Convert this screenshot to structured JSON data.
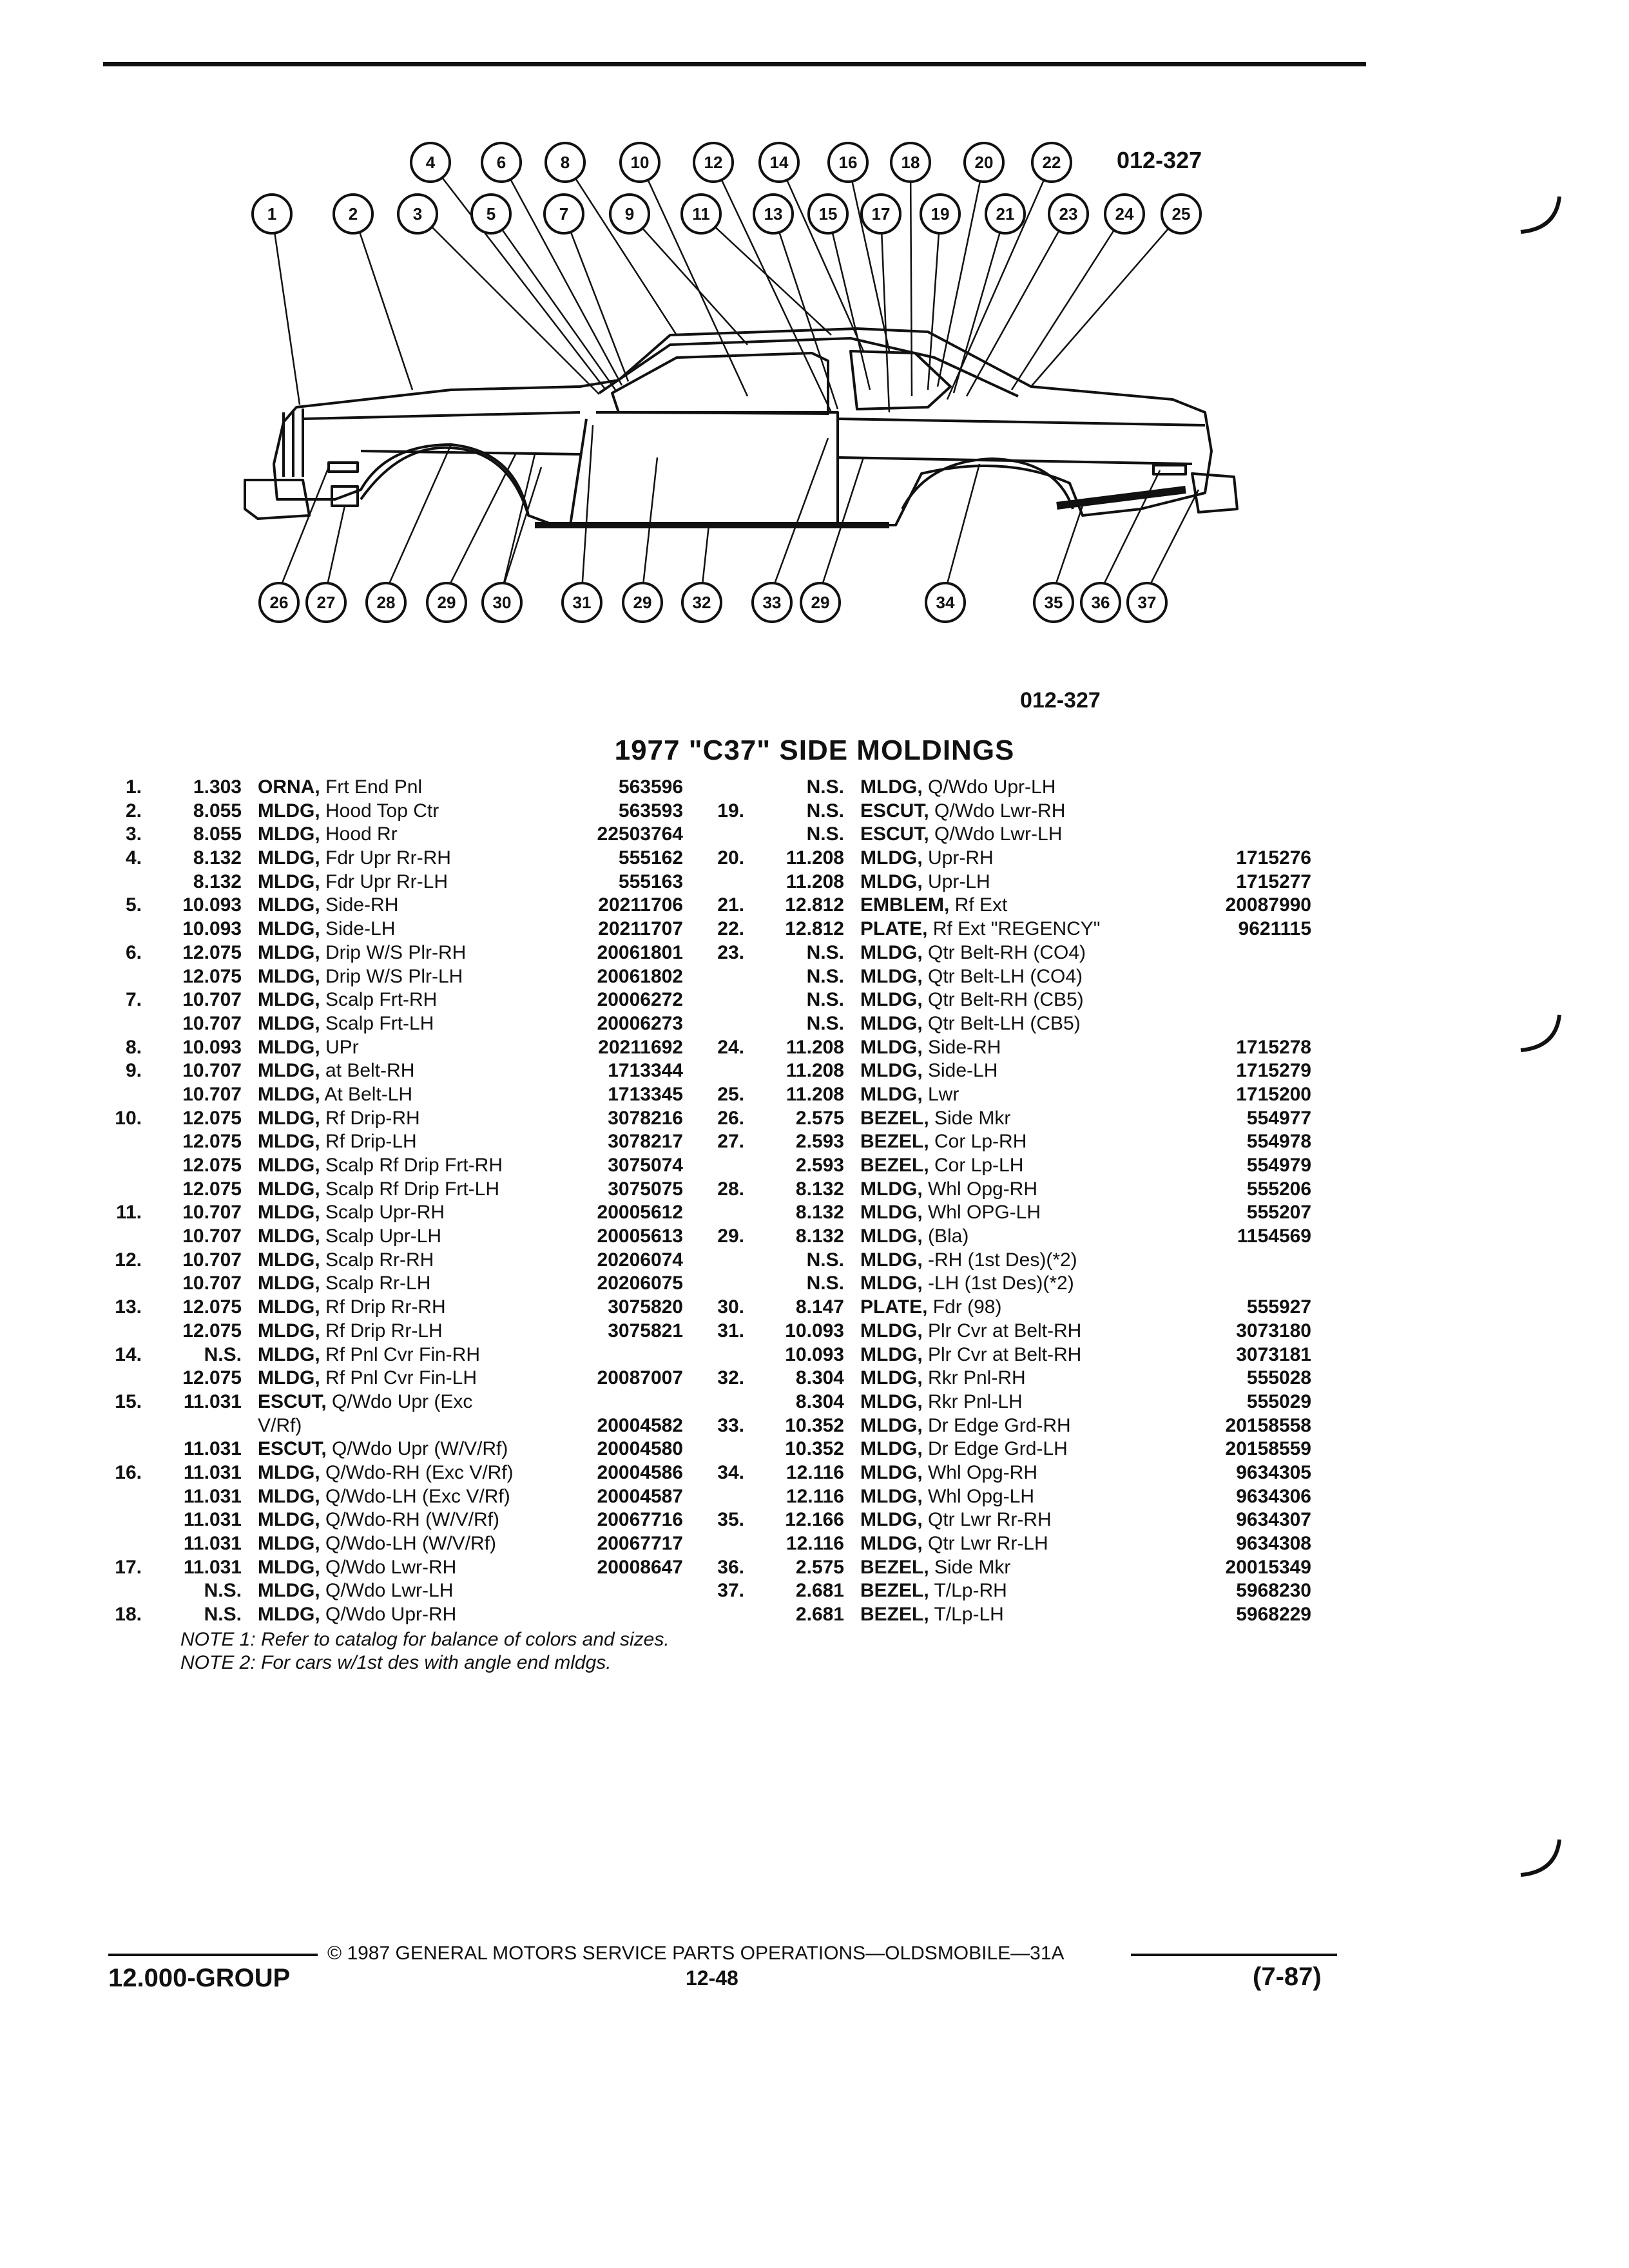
{
  "figure": {
    "code_top": "012-327",
    "code_bottom": "012-327",
    "callouts_top": [
      "4",
      "6",
      "8",
      "10",
      "12",
      "14",
      "16",
      "18",
      "20",
      "22"
    ],
    "callouts_mid": [
      "1",
      "2",
      "3",
      "5",
      "7",
      "9",
      "11",
      "13",
      "15",
      "17",
      "19",
      "21",
      "23",
      "24",
      "25"
    ],
    "callouts_bottom": [
      "26",
      "27",
      "28",
      "29",
      "30",
      "31",
      "29",
      "32",
      "33",
      "29",
      "34",
      "35",
      "36",
      "37"
    ]
  },
  "title": "1977 \"C37\" SIDE MOLDINGS",
  "left_rows": [
    {
      "n": "1.",
      "g": "1.303",
      "k": "ORNA,",
      "d": " Frt End Pnl",
      "p": "563596"
    },
    {
      "n": "2.",
      "g": "8.055",
      "k": "MLDG,",
      "d": " Hood Top Ctr",
      "p": "563593"
    },
    {
      "n": "3.",
      "g": "8.055",
      "k": "MLDG,",
      "d": " Hood Rr",
      "p": "22503764"
    },
    {
      "n": "4.",
      "g": "8.132",
      "k": "MLDG,",
      "d": " Fdr Upr Rr-RH",
      "p": "555162"
    },
    {
      "n": "",
      "g": "8.132",
      "k": "MLDG,",
      "d": " Fdr Upr Rr-LH",
      "p": "555163"
    },
    {
      "n": "5.",
      "g": "10.093",
      "k": "MLDG,",
      "d": " Side-RH",
      "p": "20211706"
    },
    {
      "n": "",
      "g": "10.093",
      "k": "MLDG,",
      "d": " Side-LH",
      "p": "20211707"
    },
    {
      "n": "6.",
      "g": "12.075",
      "k": "MLDG,",
      "d": " Drip W/S Plr-RH",
      "p": "20061801"
    },
    {
      "n": "",
      "g": "12.075",
      "k": "MLDG,",
      "d": " Drip W/S Plr-LH",
      "p": "20061802"
    },
    {
      "n": "7.",
      "g": "10.707",
      "k": "MLDG,",
      "d": " Scalp Frt-RH",
      "p": "20006272"
    },
    {
      "n": "",
      "g": "10.707",
      "k": "MLDG,",
      "d": " Scalp Frt-LH",
      "p": "20006273"
    },
    {
      "n": "8.",
      "g": "10.093",
      "k": "MLDG,",
      "d": " UPr",
      "p": "20211692"
    },
    {
      "n": "9.",
      "g": "10.707",
      "k": "MLDG,",
      "d": " at Belt-RH",
      "p": "1713344"
    },
    {
      "n": "",
      "g": "10.707",
      "k": "MLDG,",
      "d": " At Belt-LH",
      "p": "1713345"
    },
    {
      "n": "10.",
      "g": "12.075",
      "k": "MLDG,",
      "d": " Rf Drip-RH",
      "p": "3078216"
    },
    {
      "n": "",
      "g": "12.075",
      "k": "MLDG,",
      "d": " Rf Drip-LH",
      "p": "3078217"
    },
    {
      "n": "",
      "g": "12.075",
      "k": "MLDG,",
      "d": " Scalp Rf Drip Frt-RH",
      "p": "3075074"
    },
    {
      "n": "",
      "g": "12.075",
      "k": "MLDG,",
      "d": " Scalp Rf Drip Frt-LH",
      "p": "3075075"
    },
    {
      "n": "11.",
      "g": "10.707",
      "k": "MLDG,",
      "d": " Scalp Upr-RH",
      "p": "20005612"
    },
    {
      "n": "",
      "g": "10.707",
      "k": "MLDG,",
      "d": " Scalp Upr-LH",
      "p": "20005613"
    },
    {
      "n": "12.",
      "g": "10.707",
      "k": "MLDG,",
      "d": " Scalp Rr-RH",
      "p": "20206074"
    },
    {
      "n": "",
      "g": "10.707",
      "k": "MLDG,",
      "d": " Scalp Rr-LH",
      "p": "20206075"
    },
    {
      "n": "13.",
      "g": "12.075",
      "k": "MLDG,",
      "d": " Rf Drip Rr-RH",
      "p": "3075820"
    },
    {
      "n": "",
      "g": "12.075",
      "k": "MLDG,",
      "d": " Rf Drip Rr-LH",
      "p": "3075821"
    },
    {
      "n": "14.",
      "g": "N.S.",
      "k": "MLDG,",
      "d": " Rf Pnl Cvr Fin-RH",
      "p": ""
    },
    {
      "n": "",
      "g": "12.075",
      "k": "MLDG,",
      "d": " Rf Pnl Cvr Fin-LH",
      "p": "20087007"
    },
    {
      "n": "15.",
      "g": "11.031",
      "k": "ESCUT,",
      "d": " Q/Wdo Upr (Exc",
      "p": ""
    },
    {
      "n": "",
      "g": "",
      "k": "",
      "d": "V/Rf)",
      "p": "20004582"
    },
    {
      "n": "",
      "g": "11.031",
      "k": "ESCUT,",
      "d": " Q/Wdo Upr (W/V/Rf)",
      "p": "20004580"
    },
    {
      "n": "16.",
      "g": "11.031",
      "k": "MLDG,",
      "d": " Q/Wdo-RH (Exc V/Rf)",
      "p": "20004586"
    },
    {
      "n": "",
      "g": "11.031",
      "k": "MLDG,",
      "d": " Q/Wdo-LH (Exc V/Rf)",
      "p": "20004587"
    },
    {
      "n": "",
      "g": "11.031",
      "k": "MLDG,",
      "d": " Q/Wdo-RH (W/V/Rf)",
      "p": "20067716"
    },
    {
      "n": "",
      "g": "11.031",
      "k": "MLDG,",
      "d": " Q/Wdo-LH (W/V/Rf)",
      "p": "20067717"
    },
    {
      "n": "17.",
      "g": "11.031",
      "k": "MLDG,",
      "d": " Q/Wdo Lwr-RH",
      "p": "20008647"
    },
    {
      "n": "",
      "g": "N.S.",
      "k": "MLDG,",
      "d": " Q/Wdo Lwr-LH",
      "p": ""
    },
    {
      "n": "18.",
      "g": "N.S.",
      "k": "MLDG,",
      "d": " Q/Wdo Upr-RH",
      "p": ""
    }
  ],
  "right_rows": [
    {
      "n": "",
      "g": "N.S.",
      "k": "MLDG,",
      "d": " Q/Wdo Upr-LH",
      "p": ""
    },
    {
      "n": "19.",
      "g": "N.S.",
      "k": "ESCUT,",
      "d": " Q/Wdo Lwr-RH",
      "p": ""
    },
    {
      "n": "",
      "g": "N.S.",
      "k": "ESCUT,",
      "d": " Q/Wdo Lwr-LH",
      "p": ""
    },
    {
      "n": "20.",
      "g": "11.208",
      "k": "MLDG,",
      "d": " Upr-RH",
      "p": "1715276"
    },
    {
      "n": "",
      "g": "11.208",
      "k": "MLDG,",
      "d": " Upr-LH",
      "p": "1715277"
    },
    {
      "n": "21.",
      "g": "12.812",
      "k": "EMBLEM,",
      "d": " Rf Ext",
      "p": "20087990"
    },
    {
      "n": "22.",
      "g": "12.812",
      "k": "PLATE,",
      "d": " Rf Ext \"REGENCY\"",
      "p": "9621115"
    },
    {
      "n": "23.",
      "g": "N.S.",
      "k": "MLDG,",
      "d": " Qtr Belt-RH (CO4)",
      "p": ""
    },
    {
      "n": "",
      "g": "N.S.",
      "k": "MLDG,",
      "d": " Qtr Belt-LH (CO4)",
      "p": ""
    },
    {
      "n": "",
      "g": "N.S.",
      "k": "MLDG,",
      "d": " Qtr Belt-RH (CB5)",
      "p": ""
    },
    {
      "n": "",
      "g": "N.S.",
      "k": "MLDG,",
      "d": " Qtr Belt-LH (CB5)",
      "p": ""
    },
    {
      "n": "24.",
      "g": "11.208",
      "k": "MLDG,",
      "d": " Side-RH",
      "p": "1715278"
    },
    {
      "n": "",
      "g": "11.208",
      "k": "MLDG,",
      "d": " Side-LH",
      "p": "1715279"
    },
    {
      "n": "25.",
      "g": "11.208",
      "k": "MLDG,",
      "d": " Lwr",
      "p": "1715200"
    },
    {
      "n": "26.",
      "g": "2.575",
      "k": "BEZEL,",
      "d": " Side Mkr",
      "p": "554977"
    },
    {
      "n": "27.",
      "g": "2.593",
      "k": "BEZEL,",
      "d": " Cor Lp-RH",
      "p": "554978"
    },
    {
      "n": "",
      "g": "2.593",
      "k": "BEZEL,",
      "d": " Cor Lp-LH",
      "p": "554979"
    },
    {
      "n": "28.",
      "g": "8.132",
      "k": "MLDG,",
      "d": " Whl Opg-RH",
      "p": "555206"
    },
    {
      "n": "",
      "g": "8.132",
      "k": "MLDG,",
      "d": " Whl OPG-LH",
      "p": "555207"
    },
    {
      "n": "29.",
      "g": "8.132",
      "k": "MLDG,",
      "d": " (Bla)",
      "p": "1154569"
    },
    {
      "n": "",
      "g": "N.S.",
      "k": "MLDG,",
      "d": " -RH (1st Des)(*2)",
      "p": ""
    },
    {
      "n": "",
      "g": "N.S.",
      "k": "MLDG,",
      "d": " -LH (1st Des)(*2)",
      "p": ""
    },
    {
      "n": "30.",
      "g": "8.147",
      "k": "PLATE,",
      "d": " Fdr (98)",
      "p": "555927"
    },
    {
      "n": "31.",
      "g": "10.093",
      "k": "MLDG,",
      "d": " Plr Cvr at Belt-RH",
      "p": "3073180"
    },
    {
      "n": "",
      "g": "10.093",
      "k": "MLDG,",
      "d": " Plr Cvr at Belt-RH",
      "p": "3073181"
    },
    {
      "n": "32.",
      "g": "8.304",
      "k": "MLDG,",
      "d": " Rkr Pnl-RH",
      "p": "555028"
    },
    {
      "n": "",
      "g": "8.304",
      "k": "MLDG,",
      "d": " Rkr Pnl-LH",
      "p": "555029"
    },
    {
      "n": "33.",
      "g": "10.352",
      "k": "MLDG,",
      "d": " Dr Edge Grd-RH",
      "p": "20158558"
    },
    {
      "n": "",
      "g": "10.352",
      "k": "MLDG,",
      "d": " Dr Edge Grd-LH",
      "p": "20158559"
    },
    {
      "n": "34.",
      "g": "12.116",
      "k": "MLDG,",
      "d": " Whl Opg-RH",
      "p": "9634305"
    },
    {
      "n": "",
      "g": "12.116",
      "k": "MLDG,",
      "d": " Whl Opg-LH",
      "p": "9634306"
    },
    {
      "n": "35.",
      "g": "12.166",
      "k": "MLDG,",
      "d": " Qtr Lwr Rr-RH",
      "p": "9634307"
    },
    {
      "n": "",
      "g": "12.116",
      "k": "MLDG,",
      "d": " Qtr Lwr Rr-LH",
      "p": "9634308"
    },
    {
      "n": "36.",
      "g": "2.575",
      "k": "BEZEL,",
      "d": " Side Mkr",
      "p": "20015349"
    },
    {
      "n": "37.",
      "g": "2.681",
      "k": "BEZEL,",
      "d": " T/Lp-RH",
      "p": "5968230"
    },
    {
      "n": "",
      "g": "2.681",
      "k": "BEZEL,",
      "d": " T/Lp-LH",
      "p": "5968229"
    }
  ],
  "notes": [
    "NOTE 1: Refer to catalog for balance of colors and sizes.",
    "NOTE 2: For cars w/1st des with angle end mldgs."
  ],
  "footer": {
    "copyright": "© 1987 GENERAL MOTORS SERVICE PARTS OPERATIONS—OLDSMOBILE—31A",
    "group": "12.000-GROUP",
    "page": "12-48",
    "date": "(7-87)"
  }
}
